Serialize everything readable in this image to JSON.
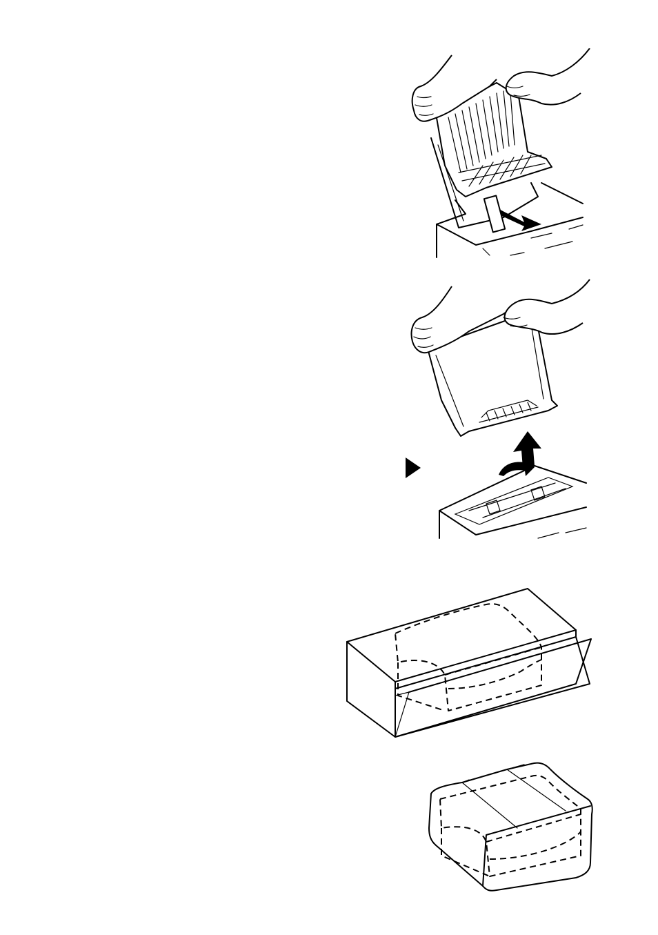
{
  "page": {
    "background": "#ffffff",
    "ink": "#000000"
  },
  "figures": [
    {
      "id": "remove-output-tray",
      "icon": "hands-lifting-output-tray-icon"
    },
    {
      "id": "remove-paper-cassette",
      "icon": "hands-lifting-paper-cassette-icon"
    },
    {
      "id": "pack-printer-in-box",
      "icon": "printer-in-box-icon"
    },
    {
      "id": "wrapped-printer",
      "icon": "wrapped-printer-icon"
    }
  ],
  "markers": [
    {
      "icon": "play-triangle-icon",
      "color": "#000000"
    }
  ]
}
